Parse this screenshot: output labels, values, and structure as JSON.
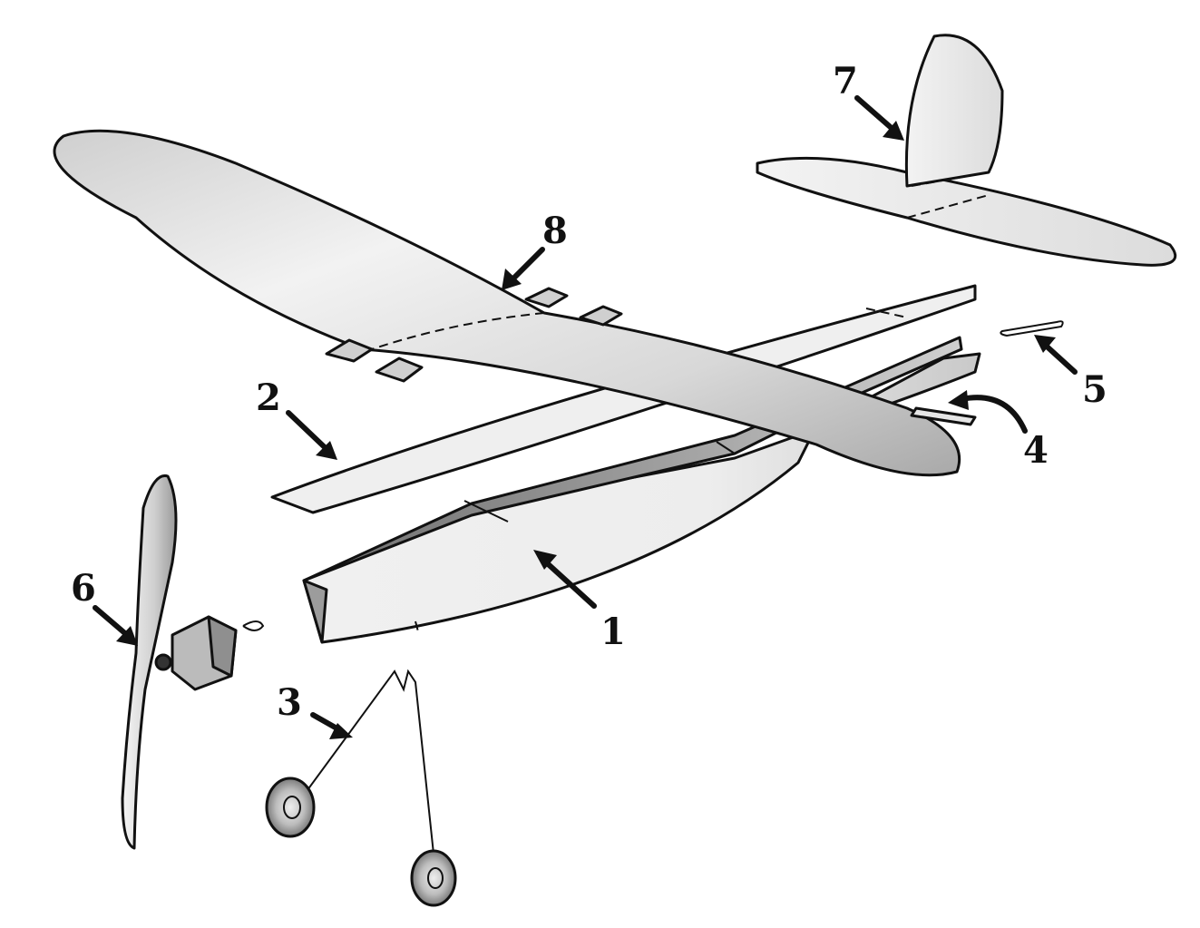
{
  "callouts": [
    {
      "id": "1",
      "label": "1"
    },
    {
      "id": "2",
      "label": "2"
    },
    {
      "id": "3",
      "label": "3"
    },
    {
      "id": "4",
      "label": "4"
    },
    {
      "id": "5",
      "label": "5"
    },
    {
      "id": "6",
      "label": "6"
    },
    {
      "id": "7",
      "label": "7"
    },
    {
      "id": "8",
      "label": "8"
    }
  ],
  "colors": {
    "ink": "#111111",
    "paper": "#ffffff",
    "shade_light": "#e9e9e9",
    "shade_dark": "#8a8a8a"
  }
}
